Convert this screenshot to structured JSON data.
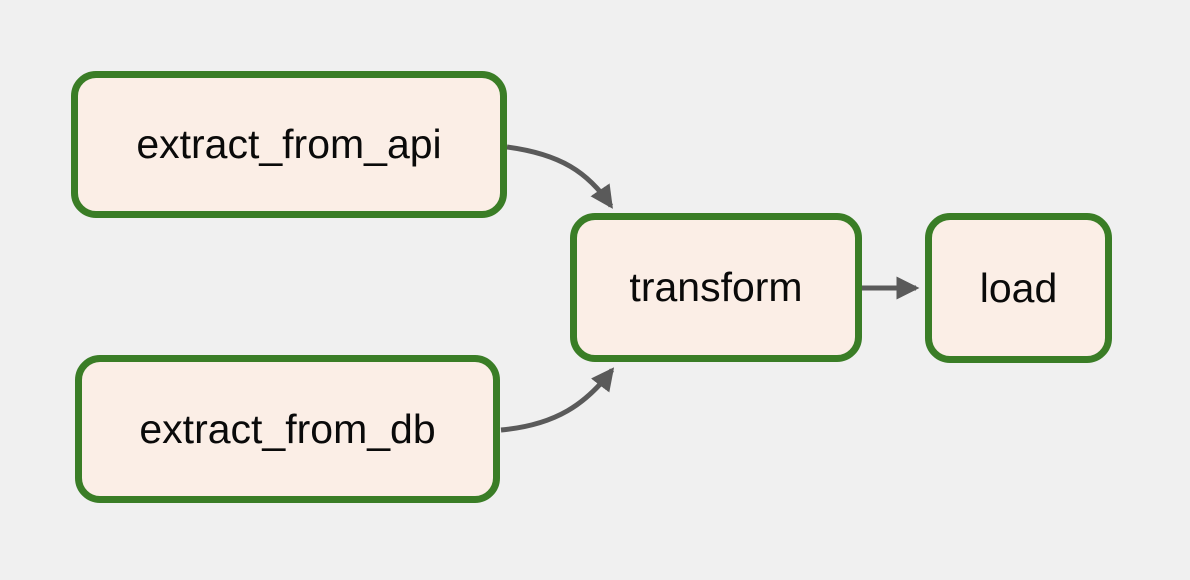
{
  "diagram": {
    "type": "flowchart",
    "direction": "left-to-right",
    "nodes": [
      {
        "id": "extract_from_api",
        "label": "extract_from_api"
      },
      {
        "id": "extract_from_db",
        "label": "extract_from_db"
      },
      {
        "id": "transform",
        "label": "transform"
      },
      {
        "id": "load",
        "label": "load"
      }
    ],
    "edges": [
      {
        "from": "extract_from_api",
        "to": "transform"
      },
      {
        "from": "extract_from_db",
        "to": "transform"
      },
      {
        "from": "transform",
        "to": "load"
      }
    ],
    "colors": {
      "background": "#f0f0f0",
      "node_fill": "#fbeee6",
      "node_border": "#3a7d26",
      "edge": "#5a5a5a",
      "text": "#0a0a0a"
    }
  }
}
